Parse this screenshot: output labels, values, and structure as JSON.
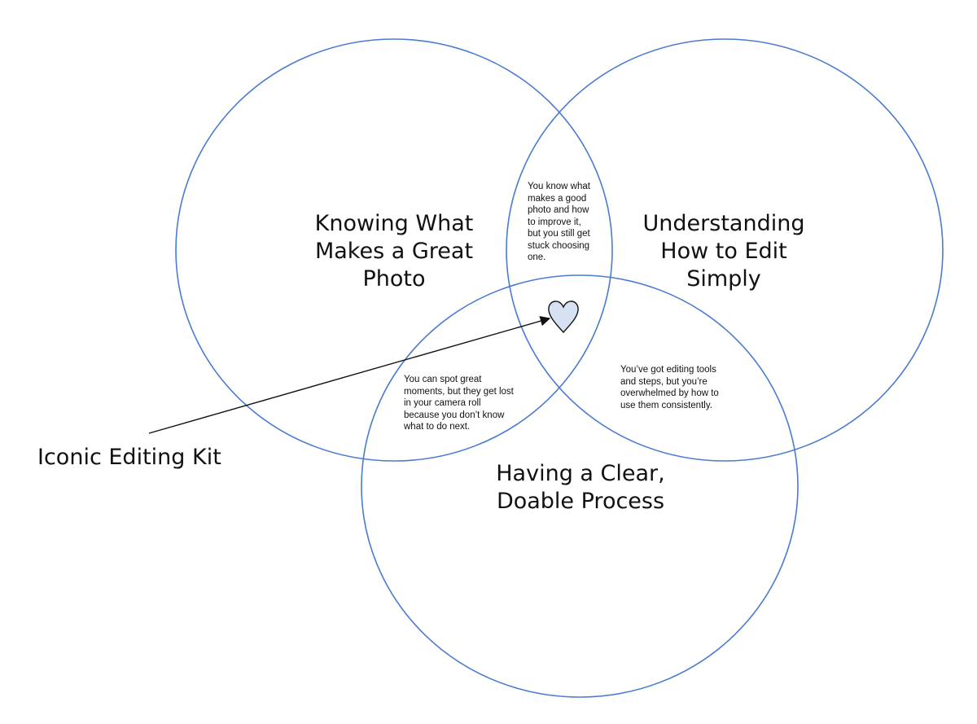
{
  "sets": {
    "top_left": "Knowing What\nMakes a Great\nPhoto",
    "top_right": "Understanding\nHow to Edit\nSimply",
    "bottom": "Having a Clear,\nDoable Process"
  },
  "overlaps": {
    "left_right": "You know what\nmakes a good\nphoto and how\nto improve it,\nbut you still get\nstuck choosing\none.",
    "left_bottom": "You can spot great\nmoments, but they get lost\nin your camera roll\nbecause you don’t know\nwhat to do next.",
    "right_bottom": "You’ve got editing tools\nand steps, but you’re\noverwhelmed by how to\nuse them consistently."
  },
  "center": {
    "callout": "Iconic Editing Kit",
    "icon": "heart-icon",
    "icon_color": "#d6e2f1"
  },
  "colors": {
    "circle_stroke": "#4a7bd0",
    "text": "#111111",
    "background": "#ffffff"
  }
}
